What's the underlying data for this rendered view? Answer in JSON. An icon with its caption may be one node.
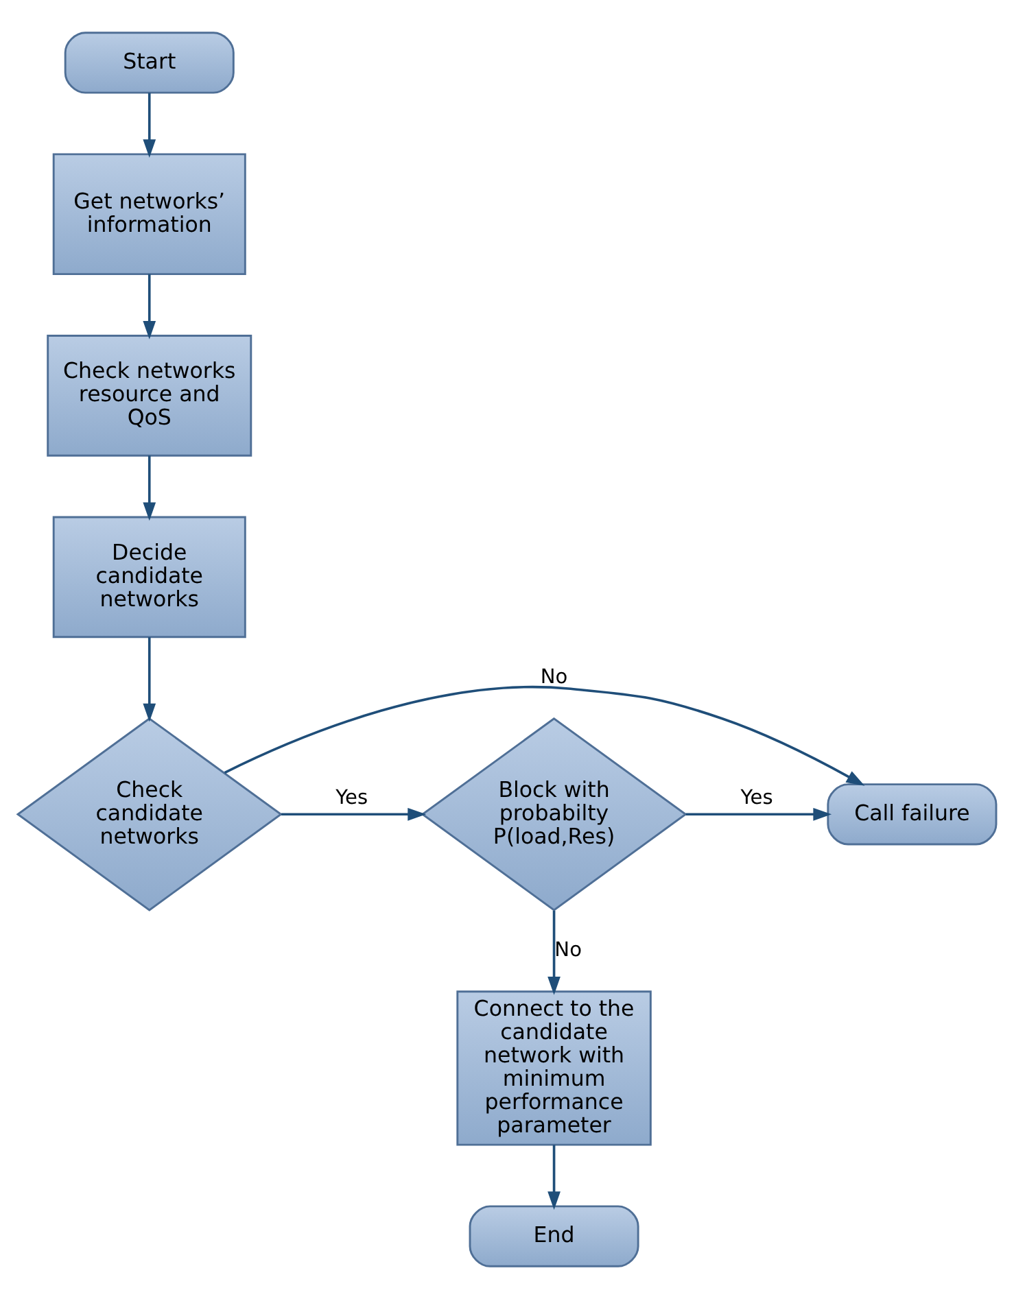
{
  "diagram": {
    "nodes": [
      {
        "text": [
          "Start"
        ]
      },
      {
        "text": [
          "Get networks’ information"
        ]
      },
      {
        "text": [
          "Check networks resource and QoS"
        ]
      },
      {
        "text": [
          "Decide candidate networks"
        ]
      },
      {
        "text": [
          "Check candidate networks"
        ]
      },
      {
        "text": [
          "Call failure"
        ]
      },
      {
        "text": [
          "Block with probabilty P(load,Res)"
        ]
      },
      {
        "text": [
          "Connect to the candidate network with minimum performance parameter"
        ]
      },
      {
        "text": [
          "End"
        ]
      }
    ],
    "edges": [
      {
        "from": 0,
        "to": 1,
        "arrow": "to"
      },
      {
        "from": 1,
        "to": 2,
        "arrow": "to"
      },
      {
        "from": 2,
        "to": 3,
        "arrow": "to"
      },
      {
        "from": 3,
        "to": 4,
        "arrow": "to"
      },
      {
        "from": 4,
        "to": 5,
        "arrow": "to",
        "label": "No"
      },
      {
        "from": 4,
        "to": 6,
        "arrow": "to",
        "label": "Yes"
      },
      {
        "from": 6,
        "to": 7,
        "arrow": "to",
        "label": "No"
      },
      {
        "from": 7,
        "to": 8,
        "arrow": "to"
      },
      {
        "from": 6,
        "to": 5,
        "arrow": "to",
        "label": "Yes"
      }
    ]
  }
}
